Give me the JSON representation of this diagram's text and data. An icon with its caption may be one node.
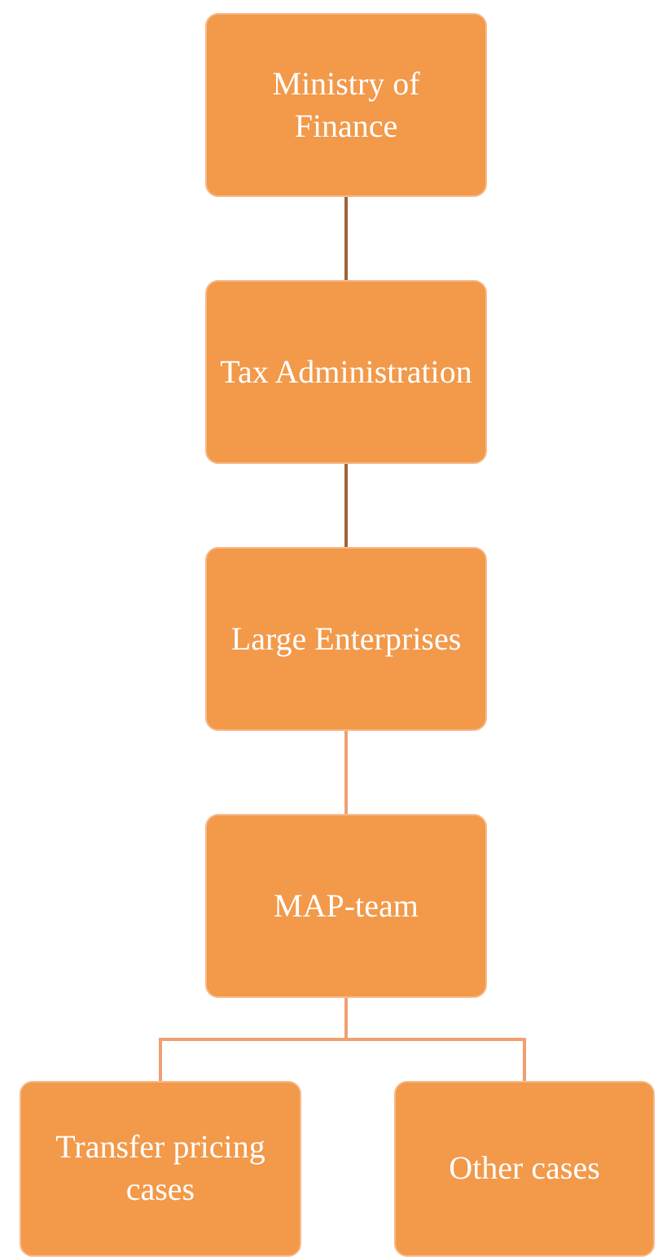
{
  "diagram": {
    "nodes": [
      {
        "text": [
          "Ministry of Finance"
        ]
      },
      {
        "text": [
          "Tax Administration"
        ]
      },
      {
        "text": [
          "Large Enterprises"
        ]
      },
      {
        "text": [
          "MAP-team"
        ]
      },
      {
        "text": [
          "Transfer pricing cases"
        ]
      },
      {
        "text": [
          "Other cases"
        ]
      }
    ],
    "edges": [
      {
        "from": 0,
        "to": 1,
        "arrow": "none",
        "color": "#a0623a"
      },
      {
        "from": 1,
        "to": 2,
        "arrow": "none",
        "color": "#a0623a"
      },
      {
        "from": 2,
        "to": 3,
        "arrow": "none"
      },
      {
        "from": 3,
        "to": 4,
        "arrow": "none"
      },
      {
        "from": 3,
        "to": 5,
        "arrow": "none"
      }
    ]
  }
}
